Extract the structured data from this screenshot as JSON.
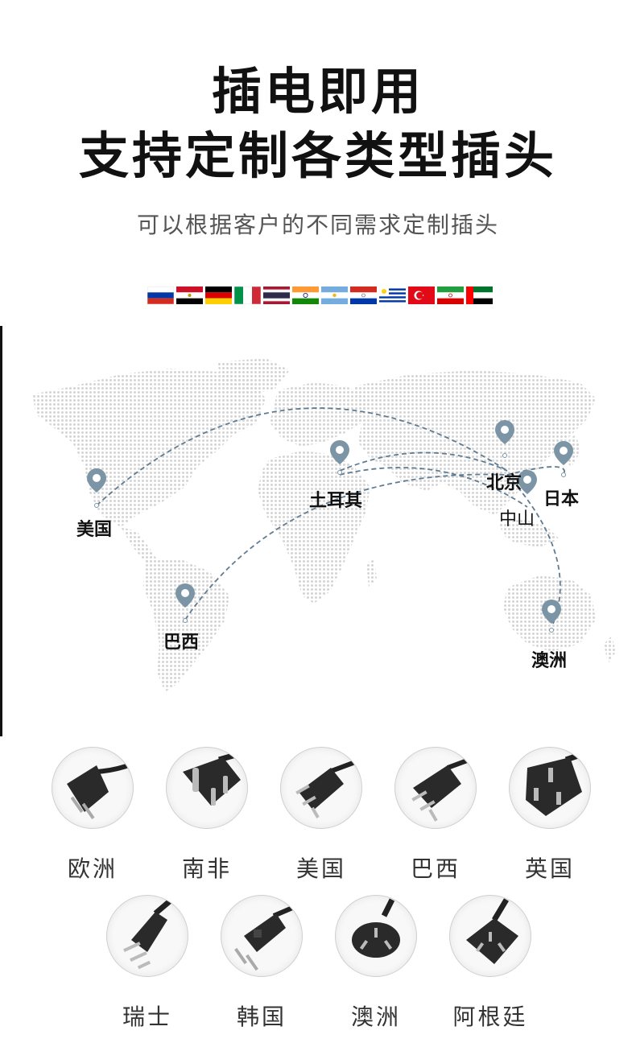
{
  "header": {
    "title_line1": "插电即用",
    "title_line2": "支持定制各类型插头",
    "subtitle": "可以根据客户的不同需求定制插头"
  },
  "flags": [
    {
      "name": "russia-flag",
      "colors": [
        "#ffffff",
        "#0039a6",
        "#d52b1e"
      ]
    },
    {
      "name": "egypt-flag",
      "colors": [
        "#ce1126",
        "#ffffff",
        "#000000"
      ]
    },
    {
      "name": "germany-flag",
      "colors": [
        "#000000",
        "#dd0000",
        "#ffce00"
      ]
    },
    {
      "name": "italy-flag",
      "colors": [
        "#009246",
        "#ffffff",
        "#ce2b37"
      ]
    },
    {
      "name": "thailand-flag",
      "colors": [
        "#a51931",
        "#f4f5f8",
        "#2d2a4a"
      ]
    },
    {
      "name": "india-flag",
      "colors": [
        "#ff9933",
        "#ffffff",
        "#138808"
      ]
    },
    {
      "name": "argentina-flag",
      "colors": [
        "#74acdf",
        "#ffffff",
        "#74acdf"
      ]
    },
    {
      "name": "paraguay-flag",
      "colors": [
        "#d52b1e",
        "#ffffff",
        "#0038a8"
      ]
    },
    {
      "name": "uruguay-flag",
      "colors": [
        "#0038a8",
        "#ffffff",
        "#0038a8"
      ]
    },
    {
      "name": "turkey-flag",
      "colors": [
        "#e30a17",
        "#ffffff"
      ]
    },
    {
      "name": "iran-flag",
      "colors": [
        "#239f40",
        "#ffffff",
        "#da0000"
      ]
    },
    {
      "name": "uae-flag",
      "colors": [
        "#00732f",
        "#ffffff",
        "#000000",
        "#ff0000"
      ]
    }
  ],
  "map": {
    "labels": {
      "usa": "美国",
      "brazil": "巴西",
      "turkey": "土耳其",
      "beijing": "北京",
      "zhongshan": "中山",
      "japan": "日本",
      "australia": "澳洲"
    },
    "land_color": "#d4d4d4",
    "route_color": "#5f7c92"
  },
  "plugs": {
    "row1": [
      {
        "label": "欧洲",
        "icon": "eu-plug-icon"
      },
      {
        "label": "南非",
        "icon": "south-africa-plug-icon"
      },
      {
        "label": "美国",
        "icon": "us-plug-icon"
      },
      {
        "label": "巴西",
        "icon": "brazil-plug-icon"
      },
      {
        "label": "英国",
        "icon": "uk-plug-icon"
      }
    ],
    "row2": [
      {
        "label": "瑞士",
        "icon": "swiss-plug-icon"
      },
      {
        "label": "韩国",
        "icon": "korea-plug-icon"
      },
      {
        "label": "澳洲",
        "icon": "australia-plug-icon"
      },
      {
        "label": "阿根廷",
        "icon": "argentina-plug-icon"
      }
    ]
  }
}
